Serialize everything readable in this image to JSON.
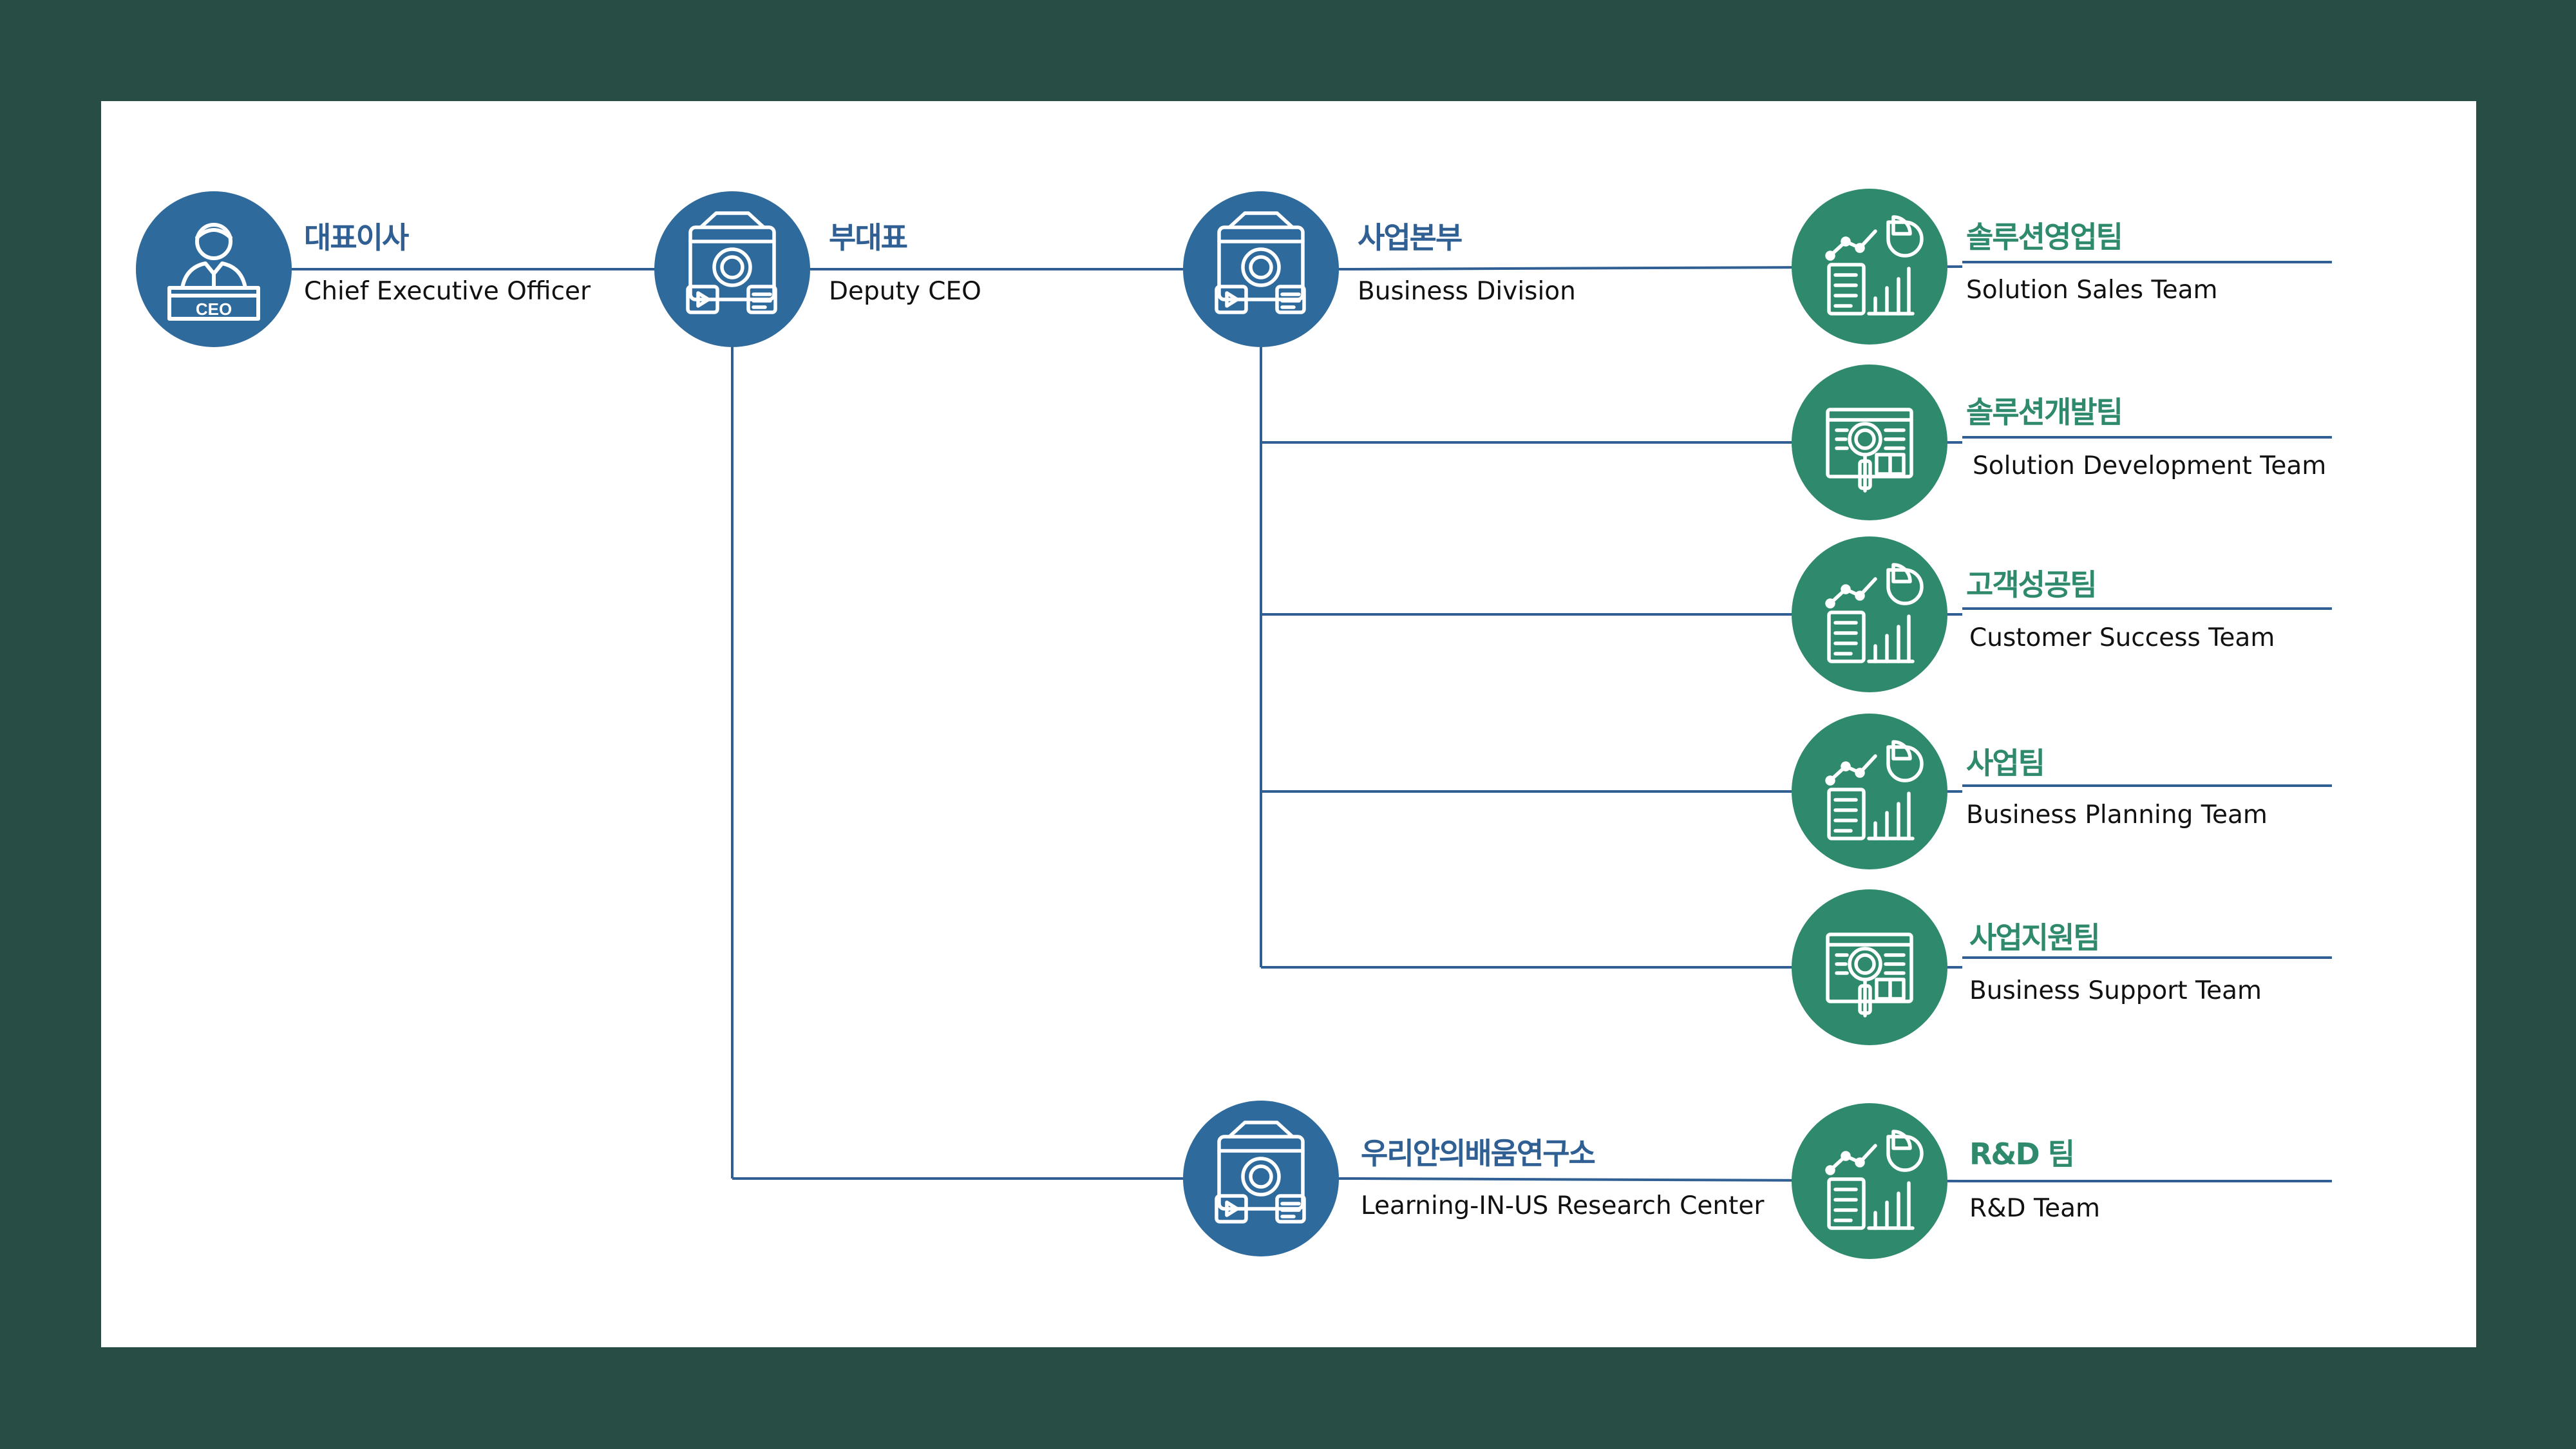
{
  "colors": {
    "frame": "#274d45",
    "line": "#2f5f93",
    "blue_node": "#2f6a9c",
    "green_node": "#2f8a6d"
  },
  "nodes": {
    "ceo": {
      "kr": "대표이사",
      "en": "Chief Executive Officer",
      "icon": "ceo-person-icon"
    },
    "deputy": {
      "kr": "부대표",
      "en": "Deputy CEO",
      "icon": "web-settings-icon"
    },
    "business": {
      "kr": "사업본부",
      "en": "Business Division",
      "icon": "web-settings-icon"
    },
    "research": {
      "kr": "우리안의배움연구소",
      "en": "Learning-IN-US Research Center",
      "icon": "web-settings-icon"
    },
    "sales": {
      "kr": "솔루션영업팀",
      "en": "Solution Sales Team",
      "icon": "analytics-chart-icon"
    },
    "development": {
      "kr": "솔루션개발팀",
      "en": "Solution Development Team",
      "icon": "magnifier-report-icon"
    },
    "success": {
      "kr": "고객성공팀",
      "en": "Customer Success Team",
      "icon": "analytics-chart-icon"
    },
    "planning": {
      "kr": "사업팀",
      "en": "Business Planning Team",
      "icon": "analytics-chart-icon"
    },
    "support": {
      "kr": "사업지원팀",
      "en": "Business Support Team",
      "icon": "magnifier-report-icon"
    },
    "rnd": {
      "kr": "R&D 팀",
      "en": "R&D Team",
      "icon": "analytics-chart-icon"
    }
  }
}
